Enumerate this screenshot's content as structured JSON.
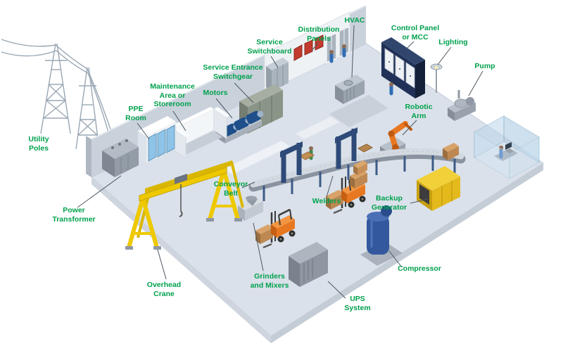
{
  "diagram": {
    "description": "Isometric cutaway illustration of an industrial facility showing electrical power distribution and plant equipment",
    "labels": [
      {
        "id": "utility-poles",
        "text": "Utility\nPoles"
      },
      {
        "id": "power-transformer",
        "text": "Power\nTransformer"
      },
      {
        "id": "ppe-room",
        "text": "PPE\nRoom"
      },
      {
        "id": "maintenance-area",
        "text": "Maintenance\nArea or\nStoreroom"
      },
      {
        "id": "motors",
        "text": "Motors"
      },
      {
        "id": "service-entrance-switchgear",
        "text": "Service Entrance\nSwitchgear"
      },
      {
        "id": "service-switchboard",
        "text": "Service\nSwitchboard"
      },
      {
        "id": "distribution-panels",
        "text": "Distribution\nPanels"
      },
      {
        "id": "hvac",
        "text": "HVAC"
      },
      {
        "id": "control-panel",
        "text": "Control Panel\nor MCC"
      },
      {
        "id": "lighting",
        "text": "Lighting"
      },
      {
        "id": "pump",
        "text": "Pump"
      },
      {
        "id": "robotic-arm",
        "text": "Robotic\nArm"
      },
      {
        "id": "conveyor-belt",
        "text": "Conveyor\nBelt"
      },
      {
        "id": "welders",
        "text": "Welders"
      },
      {
        "id": "backup-generator",
        "text": "Backup\nGenerator"
      },
      {
        "id": "overhead-crane",
        "text": "Overhead\nCrane"
      },
      {
        "id": "grinders-mixers",
        "text": "Grinders\nand Mixers"
      },
      {
        "id": "ups-system",
        "text": "UPS\nSystem"
      },
      {
        "id": "compressor",
        "text": "Compressor"
      }
    ],
    "colors": {
      "label_green": "#00A14D",
      "floor": "#dae1ea",
      "wall": "#c9d1db",
      "crane_yellow": "#eec900",
      "forklift_orange": "#e87722",
      "compressor_blue": "#34589d",
      "generator_yellow": "#e3b91c",
      "conveyor_frame_blue": "#2e4a78",
      "panel_red": "#c23b2e",
      "leader_line": "#4d5660"
    }
  }
}
